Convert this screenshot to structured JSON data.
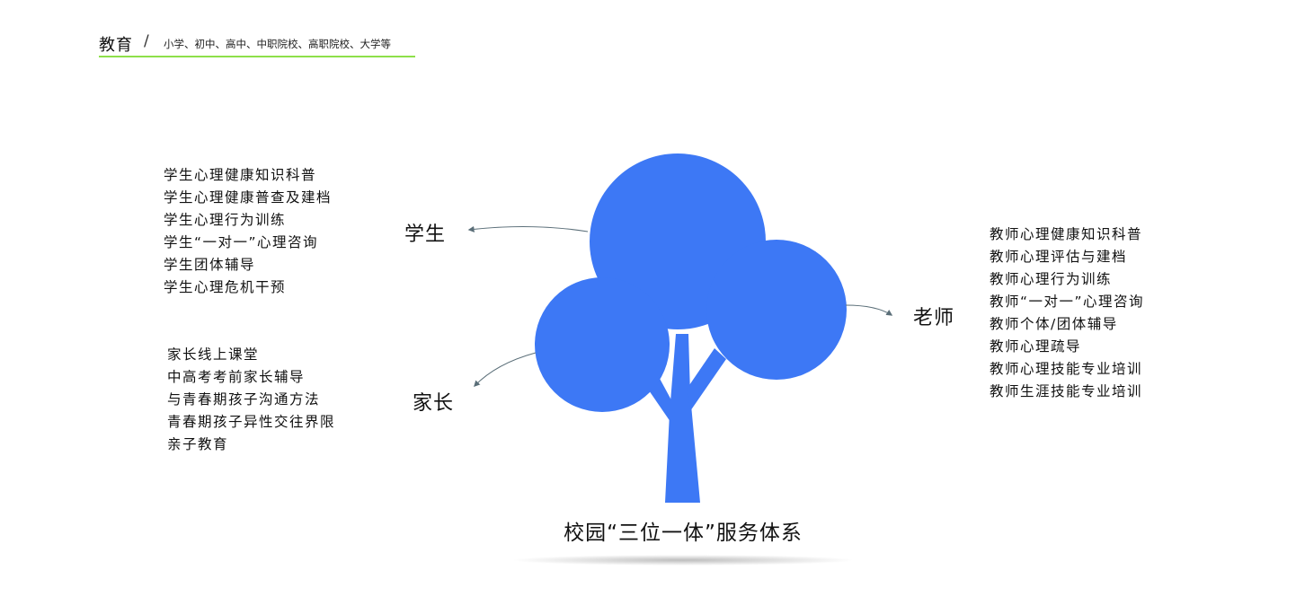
{
  "header": {
    "title": "教育",
    "separator": "/",
    "subtitle": "小学、初中、高中、中职院校、高职院校、大学等",
    "accent_color": "#8ee04a"
  },
  "colors": {
    "tree_blue": "#3d78f5",
    "arrow": "#5a6e78",
    "shadow": "#c9c9c9"
  },
  "roles": {
    "student": "学生",
    "parent": "家长",
    "teacher": "老师"
  },
  "student_items": [
    "学生心理健康知识科普",
    "学生心理健康普查及建档",
    "学生心理行为训练",
    "学生“一对一”心理咨询",
    "学生团体辅导",
    "学生心理危机干预"
  ],
  "parent_items": [
    "家长线上课堂",
    "中高考考前家长辅导",
    "与青春期孩子沟通方法",
    "青春期孩子异性交往界限",
    "亲子教育"
  ],
  "teacher_items": [
    "教师心理健康知识科普",
    "教师心理评估与建档",
    "教师心理行为训练",
    "教师“一对一”心理咨询",
    "教师个体/团体辅导",
    "教师心理疏导",
    "教师心理技能专业培训",
    "教师生涯技能专业培训"
  ],
  "caption": "校园“三位一体”服务体系"
}
